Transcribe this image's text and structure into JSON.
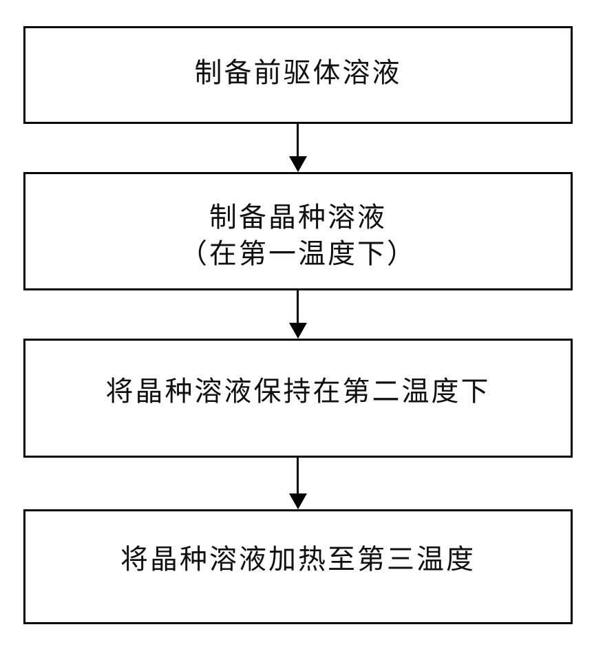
{
  "diagram": {
    "type": "flowchart",
    "orientation": "vertical",
    "background_color": "#ffffff",
    "line_color": "#000000",
    "text_color": "#101010",
    "nodes": [
      {
        "id": "step-1",
        "shape": "rectangle",
        "label": "制备前驱体溶液"
      },
      {
        "id": "step-2",
        "shape": "rectangle",
        "label": "制备晶种溶液\n（在第一温度下）"
      },
      {
        "id": "step-3",
        "shape": "rectangle",
        "label": "将晶种溶液保持在第二温度下"
      },
      {
        "id": "step-4",
        "shape": "rectangle",
        "label": "将晶种溶液加热至第三温度"
      }
    ],
    "connectors": [
      {
        "id": "arrow-1",
        "from": "step-1",
        "to": "step-2",
        "style": "solid-arrow-down"
      },
      {
        "id": "arrow-2",
        "from": "step-2",
        "to": "step-3",
        "style": "solid-arrow-down"
      },
      {
        "id": "arrow-3",
        "from": "step-3",
        "to": "step-4",
        "style": "solid-arrow-down"
      }
    ]
  }
}
